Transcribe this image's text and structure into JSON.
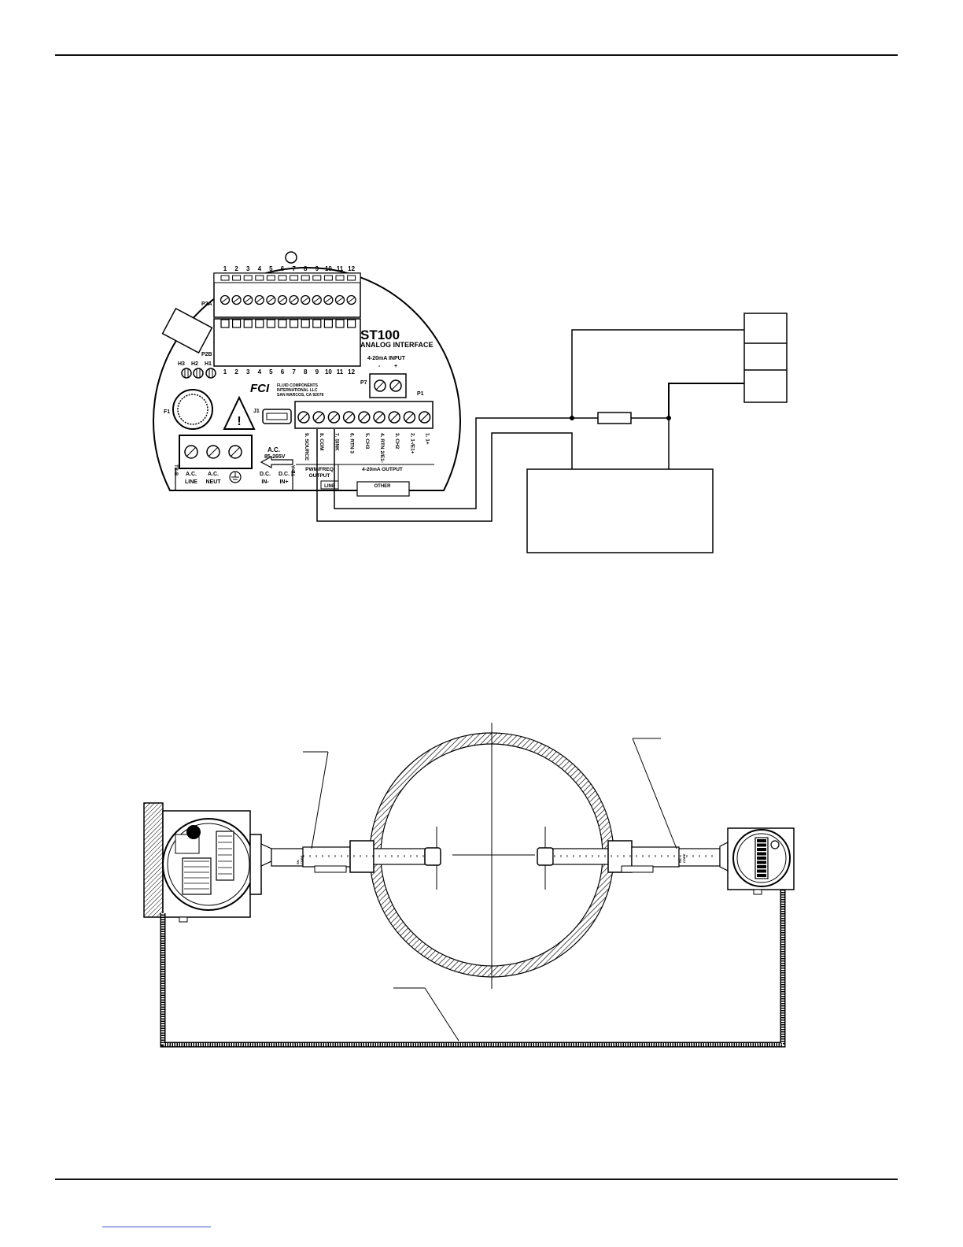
{
  "board": {
    "title": "ST100",
    "subtitle": "ANALOG INTERFACE",
    "logo": "FCI",
    "maker_lines": [
      "FLUID COMPONENTS",
      "INTERNATIONAL LLC",
      "SAN MARCOS, CA 92078"
    ],
    "p2a_label": "P2A",
    "p2b_label": "P2B",
    "p7_label": "P7",
    "p1_label": "P1",
    "j1_label": "J1",
    "f1_label": "F1",
    "tb_label": "TB-B",
    "h_labels": [
      "H3",
      "H2",
      "H1"
    ],
    "top_numbers": [
      "1",
      "2",
      "3",
      "4",
      "5",
      "6",
      "7",
      "8",
      "9",
      "10",
      "11",
      "12"
    ],
    "bottom_numbers": [
      "1",
      "2",
      "3",
      "4",
      "5",
      "6",
      "7",
      "8",
      "9",
      "10",
      "11",
      "12"
    ],
    "input_label": "4-20mA INPUT",
    "input_signs": [
      "-",
      "+"
    ],
    "power_label": "A.C.",
    "power_range": "85-265V",
    "p1_terminals": [
      "9. SOURCE",
      "8. COM",
      "7. SINK",
      "6. RTN 3",
      "5. CH3",
      "4. RTN 2/E1-",
      "3. CH2",
      "2. 1-/E1+",
      "1. 1+"
    ],
    "tb_terminals": [
      "A.C. LINE",
      "A.C. NEUT",
      "D.C. IN-",
      "D.C. IN+"
    ],
    "tb_a_label": "TB-A",
    "pwm_label_1": "PWM/FREQ",
    "pwm_label_2": "OUTPUT",
    "output_label": "4-20mA OUTPUT",
    "group_labels": [
      "LINE",
      "OTHER"
    ]
  },
  "assembly": {
    "left_sensor_labels": [
      "SN",
      "CORE"
    ],
    "right_sensor_labels": [
      "SN",
      "CORE"
    ]
  }
}
